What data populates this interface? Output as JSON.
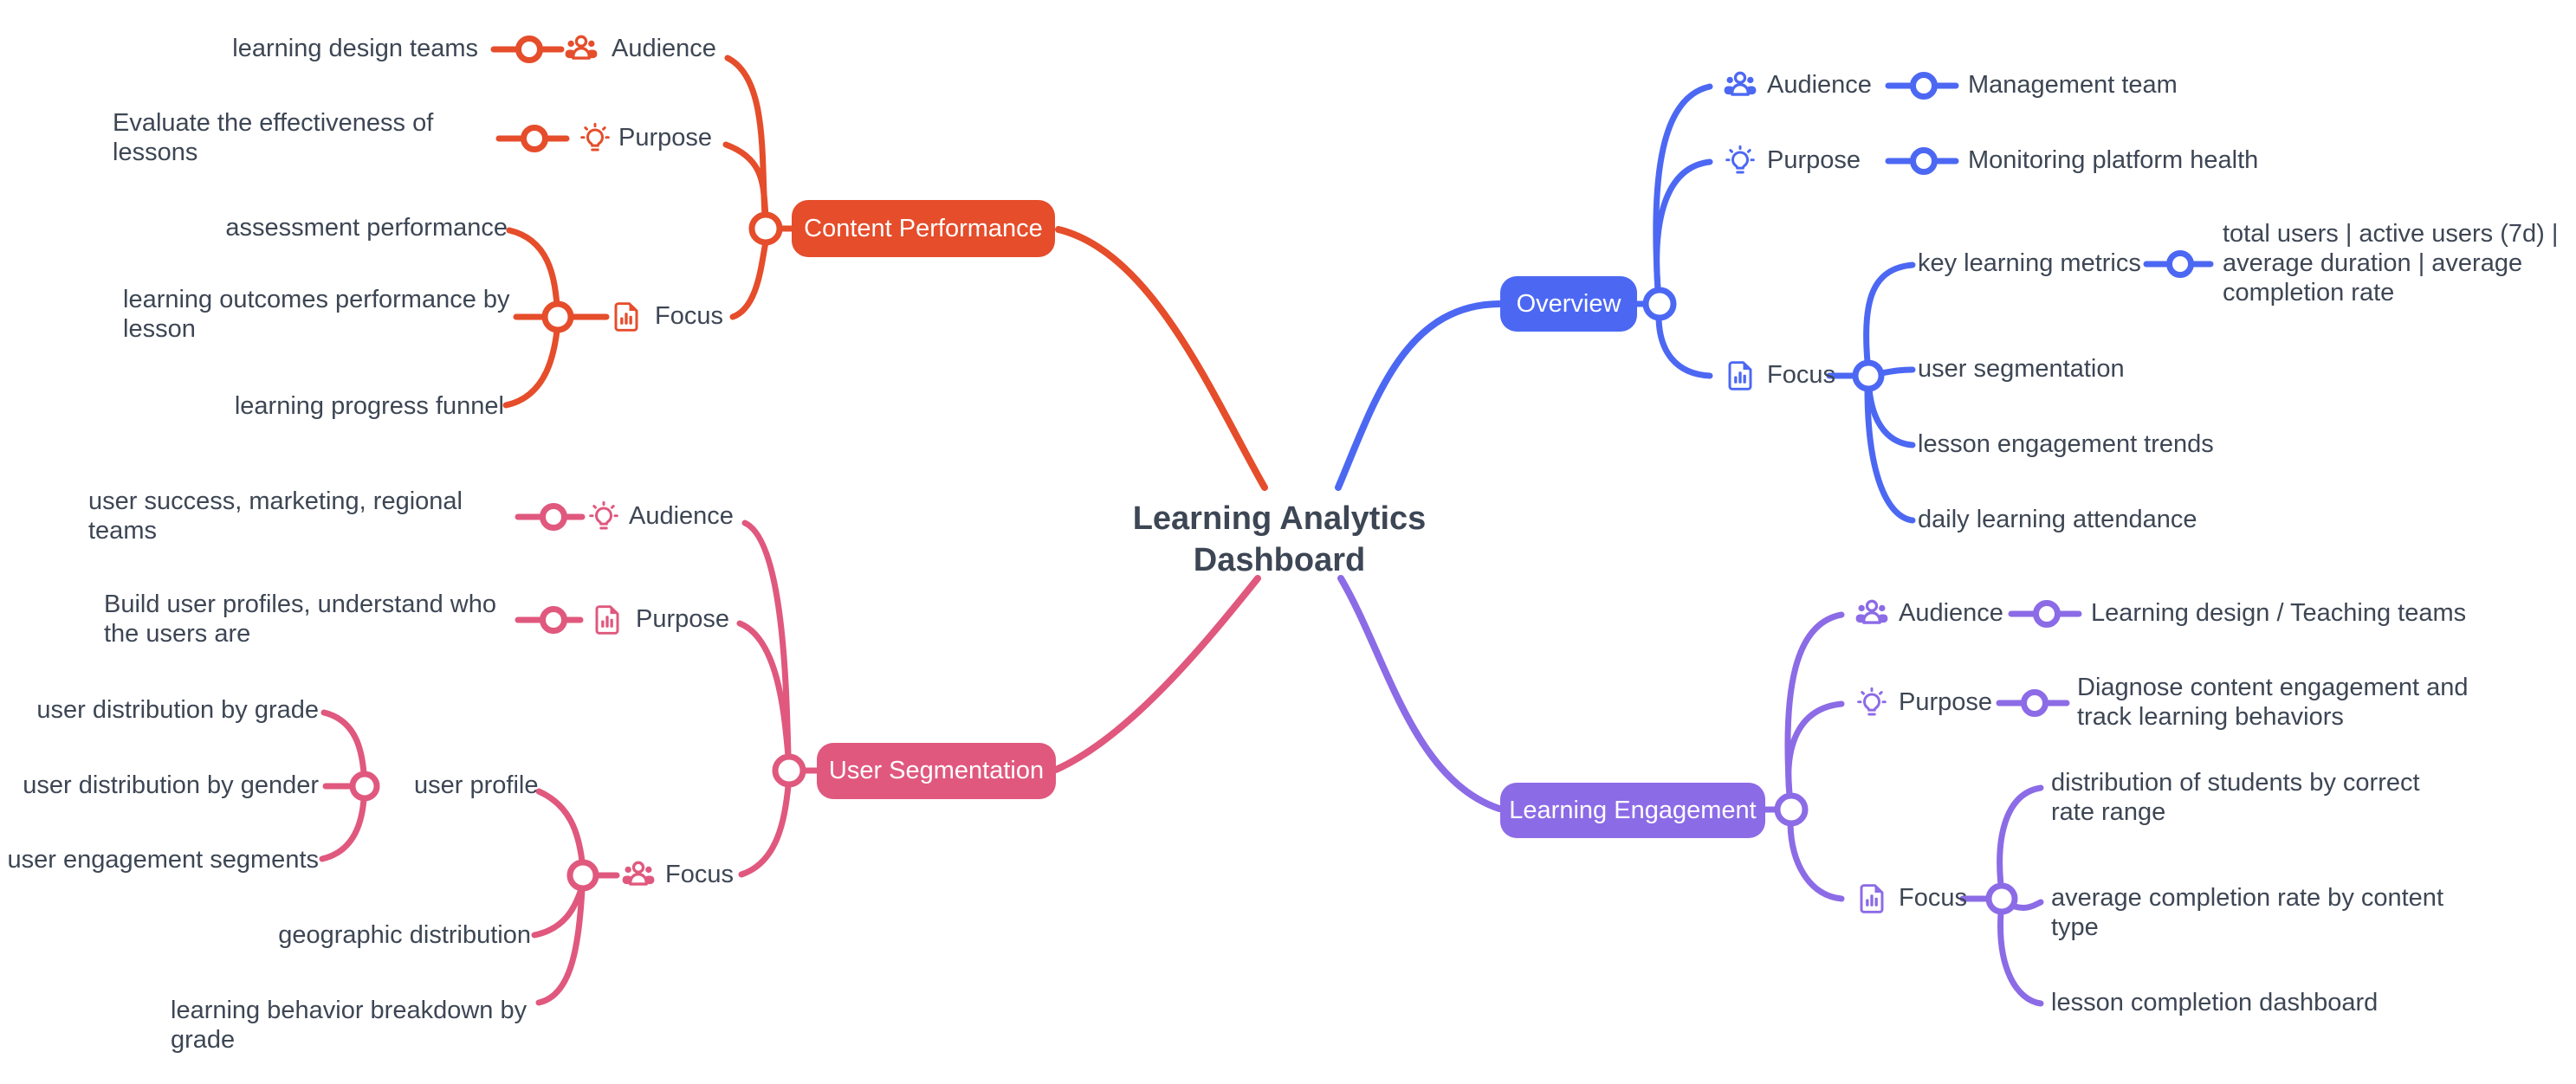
{
  "title": "Learning Analytics Dashboard",
  "colors": {
    "red": "#E54D2B",
    "pink": "#E0587E",
    "blue": "#4C68F3",
    "purple": "#8C6BE6",
    "text": "#3D4654"
  },
  "labels": {
    "audience": "Audience",
    "purpose": "Purpose",
    "focus": "Focus"
  },
  "content_performance": {
    "node": "Content Performance",
    "audience_value": "learning design teams",
    "purpose_value": "Evaluate the effectiveness of lessons",
    "focus_a": "assessment performance",
    "focus_b": "learning outcomes performance by lesson",
    "focus_c": "learning progress funnel"
  },
  "user_segmentation": {
    "node": "User Segmentation",
    "audience_value": "user success, marketing, regional teams",
    "purpose_value": "Build user profiles, understand who the users are",
    "user_profile": "user profile",
    "profile_a": "user distribution by grade",
    "profile_b": "user distribution by gender",
    "profile_c": "user engagement segments",
    "geo": "geographic distribution",
    "behavior": "learning behavior breakdown by grade"
  },
  "overview": {
    "node": "Overview",
    "audience_value": "Management team",
    "purpose_value": "Monitoring platform health",
    "key_metrics": "key learning metrics",
    "key_metrics_value": "total users | active users (7d) | average duration | average completion rate",
    "focus_b": "user segmentation",
    "focus_c": "lesson engagement trends",
    "focus_d": "daily learning attendance"
  },
  "learning_engagement": {
    "node": "Learning Engagement",
    "audience_value": "Learning design / Teaching teams",
    "purpose_value": "Diagnose content engagement and track learning behaviors",
    "focus_a": "distribution of students by correct rate range",
    "focus_b": "average completion rate by content type",
    "focus_c": "lesson completion dashboard"
  }
}
